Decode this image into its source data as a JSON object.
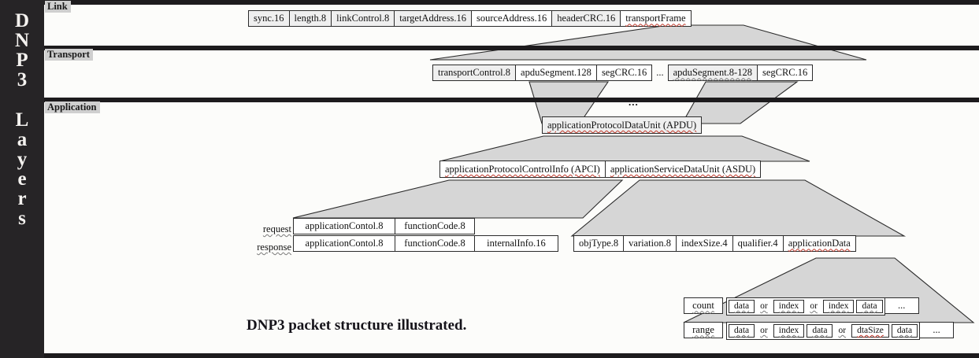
{
  "sidebar": {
    "title_chars": [
      "D",
      "N",
      "P",
      "3"
    ],
    "subtitle_chars": [
      "L",
      "a",
      "y",
      "e",
      "r",
      "s"
    ]
  },
  "layers": [
    {
      "name": "link-layer",
      "label": "Link"
    },
    {
      "name": "transport-layer",
      "label": "Transport"
    },
    {
      "name": "application-layer",
      "label": "Application"
    }
  ],
  "link_row": {
    "fields": [
      {
        "label": "sync.16",
        "style": "gray"
      },
      {
        "label": "length.8",
        "style": "gray"
      },
      {
        "label": "linkControl.8",
        "style": "gray"
      },
      {
        "label": "targetAddress.16",
        "style": "gray"
      },
      {
        "label": "sourceAddress.16",
        "style": "white"
      },
      {
        "label": "headerCRC.16",
        "style": "gray"
      },
      {
        "label": "transportFrame",
        "style": "white",
        "misspelled": true
      }
    ]
  },
  "transport_row": {
    "fields": [
      {
        "label": "transportControl.8",
        "style": "gray"
      },
      {
        "label": "apduSegment.128",
        "style": "white"
      },
      {
        "label": "segCRC.16",
        "style": "white"
      },
      {
        "label": "...",
        "style": "plain"
      },
      {
        "label": "apduSegment.8-128",
        "style": "gray",
        "misspelled": true
      },
      {
        "label": "segCRC.16",
        "style": "white"
      }
    ]
  },
  "apdu": {
    "ellipsis": "...",
    "label": "applicationProtocolDataUnit (APDU)",
    "misspelled": true
  },
  "apdu_parts": [
    {
      "label": "applicationProtocolControlInfo (APCI)",
      "misspelled": true
    },
    {
      "label": "applicationServiceDataUnit (ASDU)",
      "misspelled": true
    }
  ],
  "apci_detail": {
    "request_label": "request",
    "response_label": "response",
    "request_fields": [
      {
        "label": "applicationContol.8",
        "style": "white"
      },
      {
        "label": "functionCode.8",
        "style": "white"
      }
    ],
    "response_fields": [
      {
        "label": "applicationContol.8",
        "style": "white"
      },
      {
        "label": "functionCode.8",
        "style": "white"
      },
      {
        "label": "internalInfo.16",
        "style": "white"
      }
    ]
  },
  "asdu_detail": {
    "fields": [
      {
        "label": "objType.8",
        "style": "white"
      },
      {
        "label": "variation.8",
        "style": "white"
      },
      {
        "label": "indexSize.4",
        "style": "white"
      },
      {
        "label": "qualifier.4",
        "style": "white"
      },
      {
        "label": "applicationData",
        "style": "white",
        "misspelled": true
      }
    ]
  },
  "appdata_detail": {
    "count_row": {
      "key": "count",
      "group": [
        "data",
        "or",
        "index",
        "or",
        "index",
        "data"
      ],
      "trailing_ellipsis": "..."
    },
    "range_row": {
      "key": "range",
      "group": [
        "data",
        "or",
        "index",
        "data",
        "or",
        "dtaSize",
        "data"
      ],
      "trailing_ellipsis": "..."
    }
  },
  "caption": "DNP3 packet structure illustrated.",
  "colors": {
    "sidebar_bg": "#262426",
    "rule": "#1d1b1d",
    "label_bg": "#cfcfcf",
    "box_gray": "#efefef",
    "box_white": "#ffffff",
    "connector_fill": "#d6d6d6",
    "stroke": "#2b2b2b",
    "misspell_underline": "#c0392b"
  }
}
